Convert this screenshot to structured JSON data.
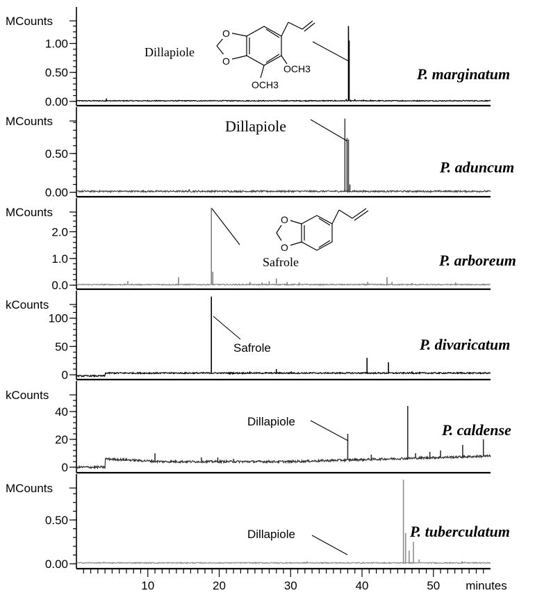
{
  "chart_data": {
    "type": "line",
    "x_axis": {
      "label": "minutes",
      "range": [
        0,
        58
      ],
      "ticks": [
        10,
        20,
        30,
        40,
        50
      ]
    },
    "panels": [
      {
        "species": "P. marginatum",
        "unit": "MCounts",
        "yrange": [
          -0.05,
          1.45
        ],
        "yticks": [
          {
            "v": 0.0,
            "t": "0.00"
          },
          {
            "v": 0.5,
            "t": "0.50"
          },
          {
            "v": 1.0,
            "t": "1.00"
          }
        ],
        "trace_color": "#000000",
        "baseline": 0.01,
        "noise": 0.008,
        "peaks": [
          [
            4.2,
            0.05
          ],
          [
            32.5,
            0.02
          ],
          [
            33.2,
            0.02
          ],
          [
            34.5,
            0.02
          ],
          [
            36.2,
            0.025
          ],
          [
            37.8,
            0.04
          ],
          [
            38.1,
            1.3
          ],
          [
            38.2,
            1.05
          ],
          [
            39.0,
            0.04
          ],
          [
            40.2,
            0.03
          ],
          [
            41.2,
            0.03
          ]
        ],
        "annotations": [
          {
            "text": "Dillapiole",
            "style": "serif",
            "size": 18
          }
        ]
      },
      {
        "species": "P. aduncum",
        "unit": "MCounts",
        "yrange": [
          -0.04,
          1.0
        ],
        "yticks": [
          {
            "v": 0.0,
            "t": "0.00"
          },
          {
            "v": 0.5,
            "t": "0.50"
          }
        ],
        "trace_color": "#404040",
        "baseline": 0.012,
        "noise": 0.01,
        "peaks": [
          [
            15.8,
            0.04
          ],
          [
            37.6,
            0.95
          ],
          [
            37.9,
            0.7
          ],
          [
            38.1,
            0.68
          ],
          [
            38.3,
            0.1
          ],
          [
            39.5,
            0.02
          ],
          [
            40.6,
            0.02
          ],
          [
            41.8,
            0.02
          ],
          [
            43.0,
            0.02
          ],
          [
            44.5,
            0.02
          ],
          [
            46.0,
            0.02
          ],
          [
            48.2,
            0.02
          ],
          [
            50.4,
            0.02
          ],
          [
            52.0,
            0.02
          ],
          [
            54.3,
            0.02
          ],
          [
            56.1,
            0.02
          ]
        ],
        "annotations": [
          {
            "text": "Dillapiole",
            "style": "serif",
            "size": 22
          }
        ]
      },
      {
        "species": "P. arboreum",
        "unit": "MCounts",
        "yrange": [
          -0.1,
          3.0
        ],
        "yticks": [
          {
            "v": 0.0,
            "t": "0.0"
          },
          {
            "v": 1.0,
            "t": "1.0"
          },
          {
            "v": 2.0,
            "t": "2.0"
          }
        ],
        "trace_color": "#808080",
        "baseline": 0.02,
        "noise": 0.02,
        "peaks": [
          [
            7.2,
            0.15
          ],
          [
            14.3,
            0.3
          ],
          [
            18.9,
            2.9
          ],
          [
            19.1,
            0.5
          ],
          [
            24.3,
            0.12
          ],
          [
            26.0,
            0.1
          ],
          [
            27.0,
            0.15
          ],
          [
            28.0,
            0.25
          ],
          [
            29.5,
            0.12
          ],
          [
            31.2,
            0.1
          ],
          [
            40.8,
            0.12
          ],
          [
            43.5,
            0.3
          ],
          [
            44.2,
            0.12
          ],
          [
            47.0,
            0.08
          ],
          [
            53.1,
            0.1
          ]
        ],
        "annotations": [
          {
            "text": "Safrole",
            "style": "serif",
            "size": 18
          }
        ]
      },
      {
        "species": "P. divaricatum",
        "unit": "kCounts",
        "yrange": [
          -6,
          140
        ],
        "yticks": [
          {
            "v": 0,
            "t": "0"
          },
          {
            "v": 50,
            "t": "50"
          },
          {
            "v": 100,
            "t": "100"
          }
        ],
        "trace_color": "#000000",
        "baseline_steps": [
          [
            0,
            -2
          ],
          [
            4,
            3
          ],
          [
            58,
            3
          ]
        ],
        "noise": 1.2,
        "peaks": [
          [
            18.9,
            138
          ],
          [
            24.3,
            6
          ],
          [
            26.5,
            5
          ],
          [
            28.0,
            10
          ],
          [
            30.1,
            6
          ],
          [
            40.7,
            30
          ],
          [
            43.7,
            22
          ],
          [
            47.0,
            6
          ],
          [
            53.8,
            5
          ]
        ],
        "annotations": [
          {
            "text": "Safrole",
            "style": "sans",
            "size": 17
          }
        ]
      },
      {
        "species": "P. caldense",
        "unit": "kCounts",
        "yrange": [
          -3,
          56
        ],
        "yticks": [
          {
            "v": 0,
            "t": "0"
          },
          {
            "v": 20,
            "t": "20"
          },
          {
            "v": 40,
            "t": "40"
          }
        ],
        "trace_color": "#303030",
        "baseline_steps": [
          [
            0,
            0
          ],
          [
            4,
            6
          ],
          [
            12,
            4
          ],
          [
            30,
            4
          ],
          [
            58,
            8
          ]
        ],
        "noise": 0.8,
        "peaks": [
          [
            11.0,
            10
          ],
          [
            17.5,
            7
          ],
          [
            19.8,
            7
          ],
          [
            22.0,
            6
          ],
          [
            38.0,
            24
          ],
          [
            41.3,
            9
          ],
          [
            46.4,
            44
          ],
          [
            47.5,
            10
          ],
          [
            49.5,
            11
          ],
          [
            51.0,
            12
          ],
          [
            54.1,
            16
          ],
          [
            57.0,
            20
          ]
        ],
        "annotations": [
          {
            "text": "Dillapiole",
            "style": "sans",
            "size": 17
          }
        ]
      },
      {
        "species": "P. tuberculatum",
        "unit": "MCounts",
        "yrange": [
          -0.04,
          0.96
        ],
        "yticks": [
          {
            "v": 0.0,
            "t": "0.00"
          },
          {
            "v": 0.5,
            "t": "0.50"
          }
        ],
        "trace_color": "#8c8c8c",
        "baseline": 0.01,
        "noise": 0.006,
        "peaks": [
          [
            8.5,
            0.02
          ],
          [
            32.3,
            0.03
          ],
          [
            38.0,
            0.02
          ],
          [
            45.8,
            0.96
          ],
          [
            46.1,
            0.35
          ],
          [
            46.6,
            0.15
          ],
          [
            47.2,
            0.25
          ],
          [
            48.0,
            0.05
          ],
          [
            54.0,
            0.03
          ],
          [
            56.5,
            0.02
          ]
        ],
        "annotations": [
          {
            "text": "Dillapiole",
            "style": "sans",
            "size": 17
          }
        ]
      }
    ]
  },
  "structures": {
    "dillapiole": {
      "substituent_1": "OCH3",
      "substituent_2": "OCH3"
    },
    "safrole": {}
  }
}
